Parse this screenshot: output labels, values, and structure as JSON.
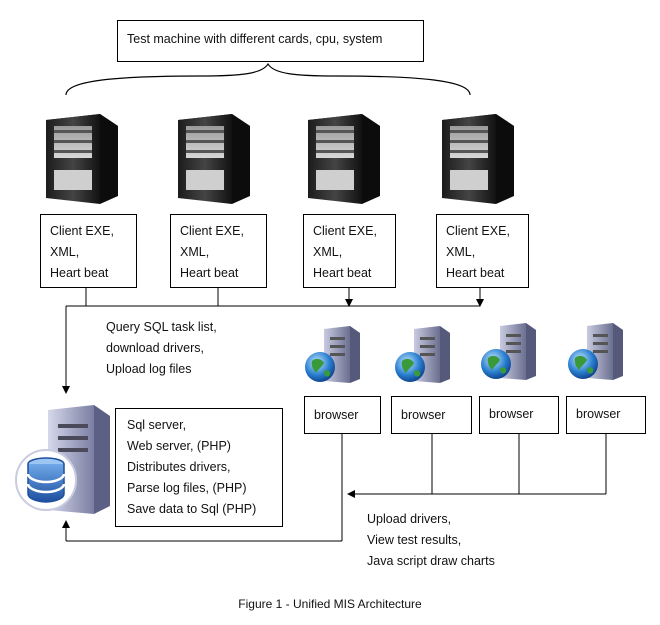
{
  "top_box": {
    "text": "Test machine with different cards, cpu, system"
  },
  "clients": [
    {
      "lines": [
        "Client EXE,",
        "XML,",
        "Heart beat"
      ]
    },
    {
      "lines": [
        "Client EXE,",
        "XML,",
        "Heart beat"
      ]
    },
    {
      "lines": [
        "Client EXE,",
        "XML,",
        "Heart beat"
      ]
    },
    {
      "lines": [
        "Client EXE,",
        "XML,",
        "Heart beat"
      ]
    }
  ],
  "client_to_server_note": {
    "lines": [
      "Query SQL task list,",
      "download drivers,",
      "Upload log files"
    ]
  },
  "server": {
    "lines": [
      "Sql server,",
      "Web server, (PHP)",
      "Distributes drivers,",
      "Parse log files, (PHP)",
      "Save data to Sql (PHP)"
    ]
  },
  "browsers": [
    {
      "label": "browser"
    },
    {
      "label": "browser"
    },
    {
      "label": "browser"
    },
    {
      "label": "browser"
    }
  ],
  "browser_to_server_note": {
    "lines": [
      "Upload drivers,",
      "View test results,",
      "Java script draw charts"
    ]
  },
  "caption": "Figure 1 - Unified MIS Architecture",
  "icons": {
    "client_machine": "computer-tower-icon",
    "browser_machine": "web-server-globe-icon",
    "server_machine": "database-server-icon"
  }
}
